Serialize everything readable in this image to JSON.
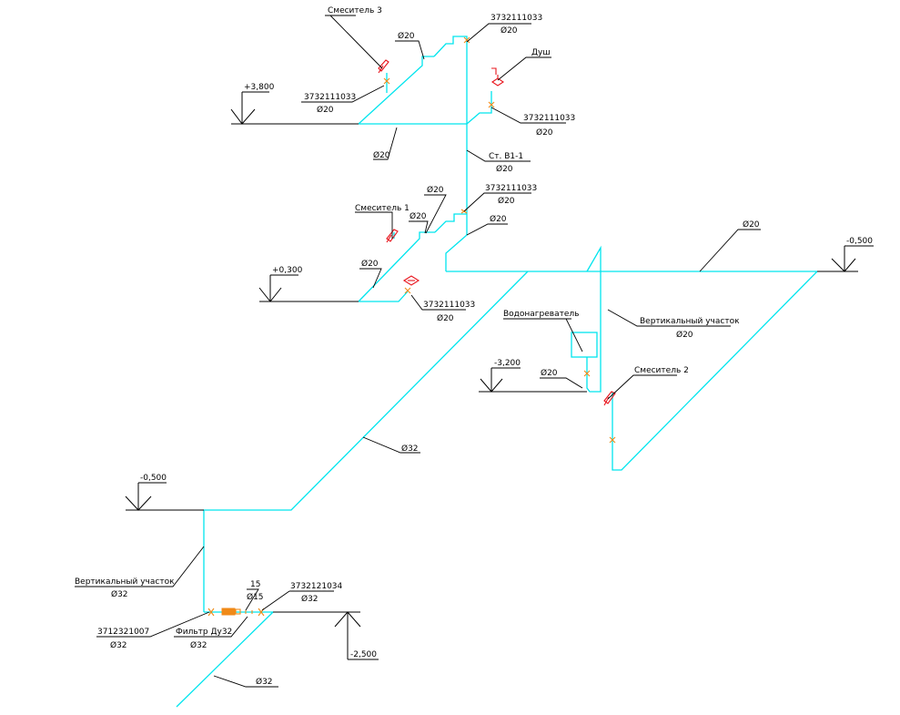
{
  "colors": {
    "pipe": "#00e5ee",
    "fixture": "#e8141c",
    "valve": "#f08a18",
    "text": "#000000"
  },
  "labels": {
    "mixer3": "Смеситель 3",
    "d20_mixer3": "Ø20",
    "top_valve_code": "3732111033",
    "top_valve_d": "Ø20",
    "shower": "Душ",
    "lvl_3800": "+3,800",
    "v3_code": "3732111033",
    "v3_d": "Ø20",
    "shower_valve_code": "3732111033",
    "shower_valve_d": "Ø20",
    "d20_floor3": "Ø20",
    "riser": "Ст. В1-1",
    "riser_d": "Ø20",
    "d20_mid": "Ø20",
    "riser_valve_code": "3732111033",
    "riser_valve_d": "Ø20",
    "mixer1": "Смеситель 1",
    "d20_mixer1": "Ø20",
    "d20_riser_lower": "Ø20",
    "d20_main_right": "Ø20",
    "lvl_0500_right": "-0,500",
    "lvl_0300": "+0,300",
    "d20_floor1": "Ø20",
    "v1_code": "3732111033",
    "v1_d": "Ø20",
    "heater": "Водонагреватель",
    "vert_right": "Вертикальный участок",
    "vert_right_d": "Ø20",
    "lvl_3200": "-3,200",
    "d20_heater": "Ø20",
    "mixer2": "Смеситель 2",
    "d32_diag": "Ø32",
    "lvl_0500_left": "-0,500",
    "vert_left": "Вертикальный участок",
    "vert_left_d": "Ø32",
    "n15": "15",
    "d15": "Ø15",
    "inlet_valve_code": "3732121034",
    "inlet_valve_d": "Ø32",
    "left_valve_code": "3712321007",
    "left_valve_d": "Ø32",
    "filter": "Фильтр Ду32",
    "filter_d": "Ø32",
    "lvl_2500": "-2,500",
    "d32_inlet": "Ø32"
  }
}
